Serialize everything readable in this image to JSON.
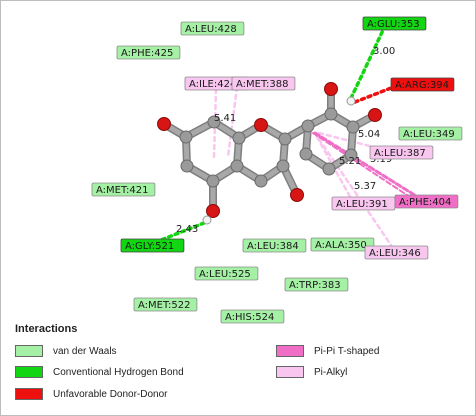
{
  "residues": [
    {
      "label": "A:GLU:353",
      "type": "hbond"
    },
    {
      "label": "A:LEU:428",
      "type": "vdw"
    },
    {
      "label": "A:PHE:425",
      "type": "vdw"
    },
    {
      "label": "A:ARG:394",
      "type": "donor"
    },
    {
      "label": "A:ILE:424",
      "type": "pialkyl"
    },
    {
      "label": "A:MET:388",
      "type": "pialkyl"
    },
    {
      "label": "A:LEU:349",
      "type": "vdw"
    },
    {
      "label": "A:LEU:387",
      "type": "pialkyl"
    },
    {
      "label": "A:MET:421",
      "type": "vdw"
    },
    {
      "label": "A:PHE:404",
      "type": "pipi"
    },
    {
      "label": "A:LEU:391",
      "type": "pialkyl"
    },
    {
      "label": "A:GLY:521",
      "type": "hbond"
    },
    {
      "label": "A:LEU:384",
      "type": "vdw"
    },
    {
      "label": "A:ALA:350",
      "type": "vdw"
    },
    {
      "label": "A:LEU:346",
      "type": "pialkyl"
    },
    {
      "label": "A:LEU:525",
      "type": "vdw"
    },
    {
      "label": "A:TRP:383",
      "type": "vdw"
    },
    {
      "label": "A:MET:522",
      "type": "vdw"
    },
    {
      "label": "A:HIS:524",
      "type": "vdw"
    }
  ],
  "distances": [
    "3.00",
    "5.41",
    "5.04",
    "5.21",
    "5.19",
    "5.37",
    "2.43"
  ],
  "legend": {
    "title": "Interactions",
    "items": [
      {
        "label": "van der Waals",
        "color": "#a4f0a4"
      },
      {
        "label": "Conventional Hydrogen Bond",
        "color": "#11d611"
      },
      {
        "label": "Unfavorable Donor-Donor",
        "color": "#ee0f0f"
      },
      {
        "label": "Pi-Pi T-shaped",
        "color": "#f06ec6"
      },
      {
        "label": "Pi-Alkyl",
        "color": "#f8c6ef"
      }
    ]
  },
  "colors": {
    "vdw": "#a4f0a4",
    "hbond": "#11d611",
    "donor": "#ee0f0f",
    "pipi": "#f06ec6",
    "pialkyl": "#f8c6ef",
    "carbon": "#9a9a9a",
    "oxygen": "#d81515"
  }
}
